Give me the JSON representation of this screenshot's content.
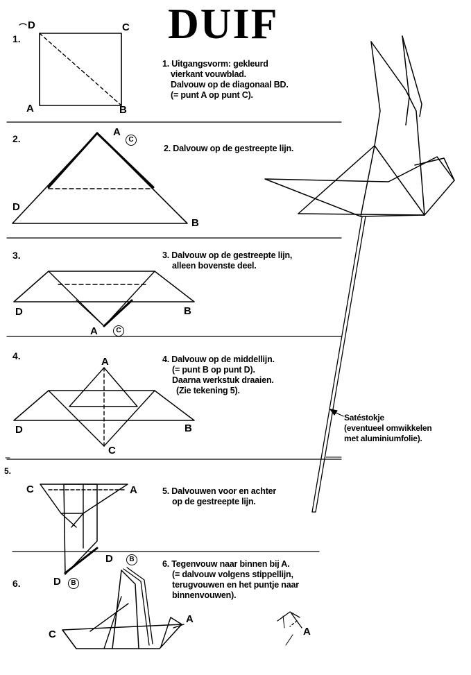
{
  "title": "DUIF",
  "steps": [
    {
      "number": "1.",
      "lines": [
        "1. Uitgangsvorm: gekleurd",
        "vierkant vouwblad.",
        "Dalvouw op de diagonaal BD.",
        "(= punt A op punt C)."
      ]
    },
    {
      "number": "2.",
      "lines": [
        "2. Dalvouw op de gestreepte lijn."
      ]
    },
    {
      "number": "3.",
      "lines": [
        "3. Dalvouw op de gestreepte lijn,",
        "alleen bovenste deel."
      ]
    },
    {
      "number": "4.",
      "lines": [
        "4. Dalvouw op de middellijn.",
        "(= punt B op punt D).",
        "Daarna werkstuk draaien.",
        "(Zie tekening 5)."
      ]
    },
    {
      "number": "5.",
      "lines": [
        "5. Dalvouwen voor en achter",
        "op de gestreepte lijn."
      ]
    },
    {
      "number": "6.",
      "lines": [
        "6. Tegenvouw naar binnen bij A.",
        "(= dalvouw volgens stippellijn,",
        "terugvouwen en het puntje naar",
        "binnenvouwen)."
      ]
    }
  ],
  "points": {
    "a": "A",
    "b": "B",
    "c": "C",
    "d": "D"
  },
  "stick_note": [
    "Satéstokje",
    "(eventueel omwikkelen",
    "met aluminiumfolie)."
  ]
}
